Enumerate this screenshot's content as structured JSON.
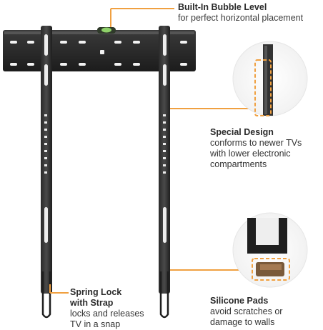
{
  "accent_color": "#f0a040",
  "features": {
    "bubble": {
      "title": "Built-In Bubble Level",
      "desc": "for perfect horizontal placement"
    },
    "special": {
      "title": "Special Design",
      "desc_lines": [
        "conforms to newer TVs",
        "with lower electronic",
        "compartments"
      ]
    },
    "spring": {
      "title_lines": [
        "Spring Lock",
        "with Strap"
      ],
      "desc_lines": [
        "locks and releases",
        "TV in a snap"
      ]
    },
    "silicone": {
      "title": "Silicone Pads",
      "desc_lines": [
        "avoid scratches or",
        "damage to walls"
      ]
    }
  }
}
